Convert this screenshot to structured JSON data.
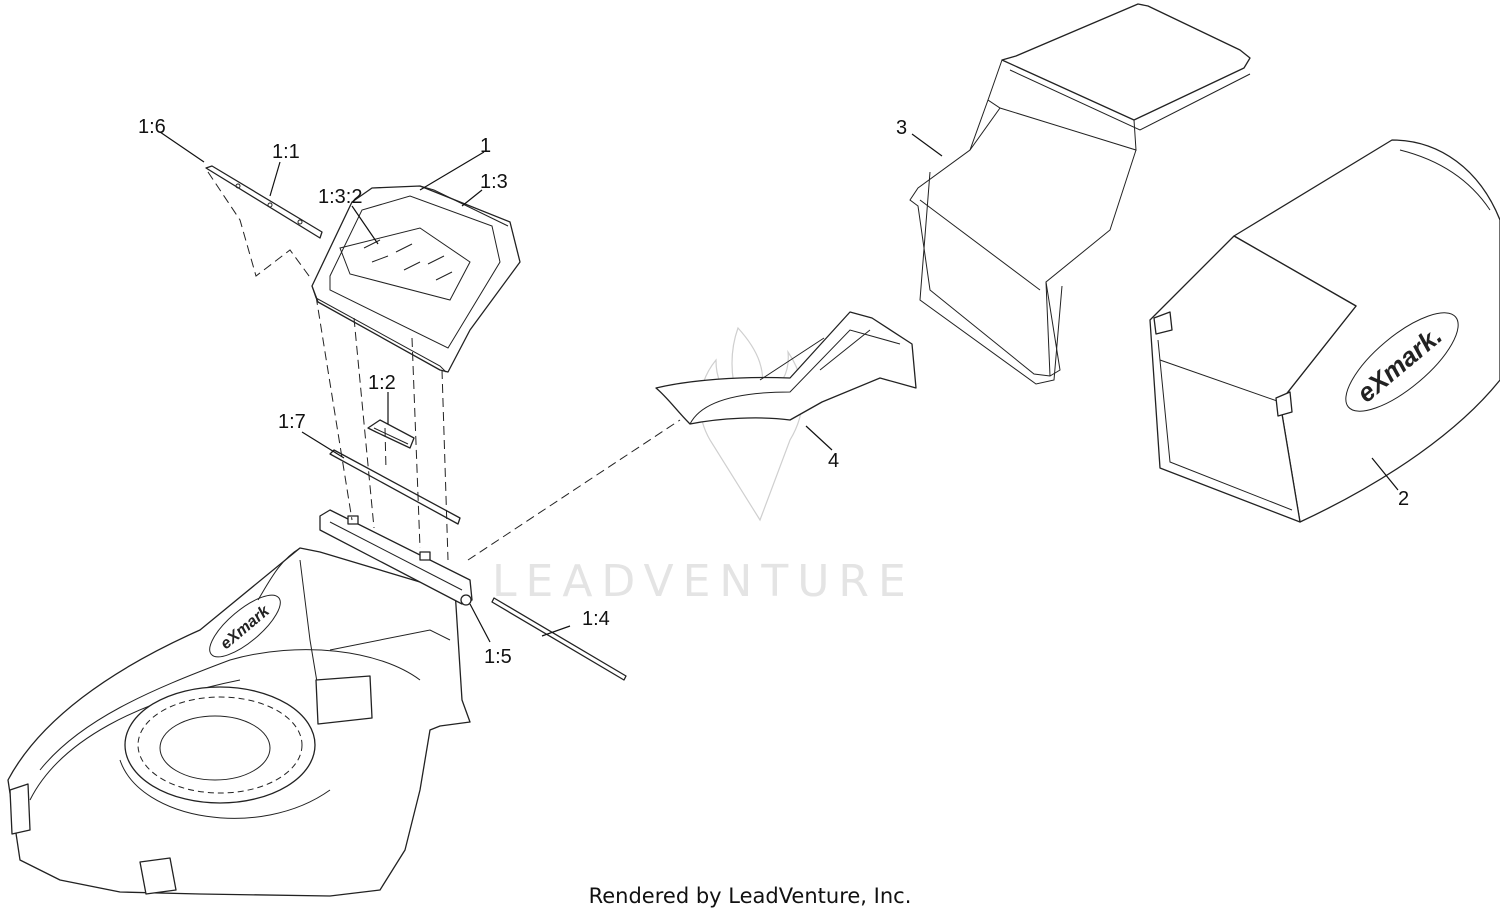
{
  "callouts": {
    "c1": "1",
    "c1_1": "1:1",
    "c1_2": "1:2",
    "c1_3": "1:3",
    "c1_3_2": "1:3:2",
    "c1_4": "1:4",
    "c1_5": "1:5",
    "c1_6": "1:6",
    "c1_7": "1:7",
    "c2": "2",
    "c3": "3",
    "c4": "4"
  },
  "bag_logo": "eXmark.",
  "deck_logo": "eXmark",
  "watermark": "LEADVENTURE",
  "footer": "Rendered by LeadVenture, Inc.",
  "colors": {
    "line": "#222222",
    "watermark": "#e4e4e4",
    "background": "#ffffff"
  }
}
